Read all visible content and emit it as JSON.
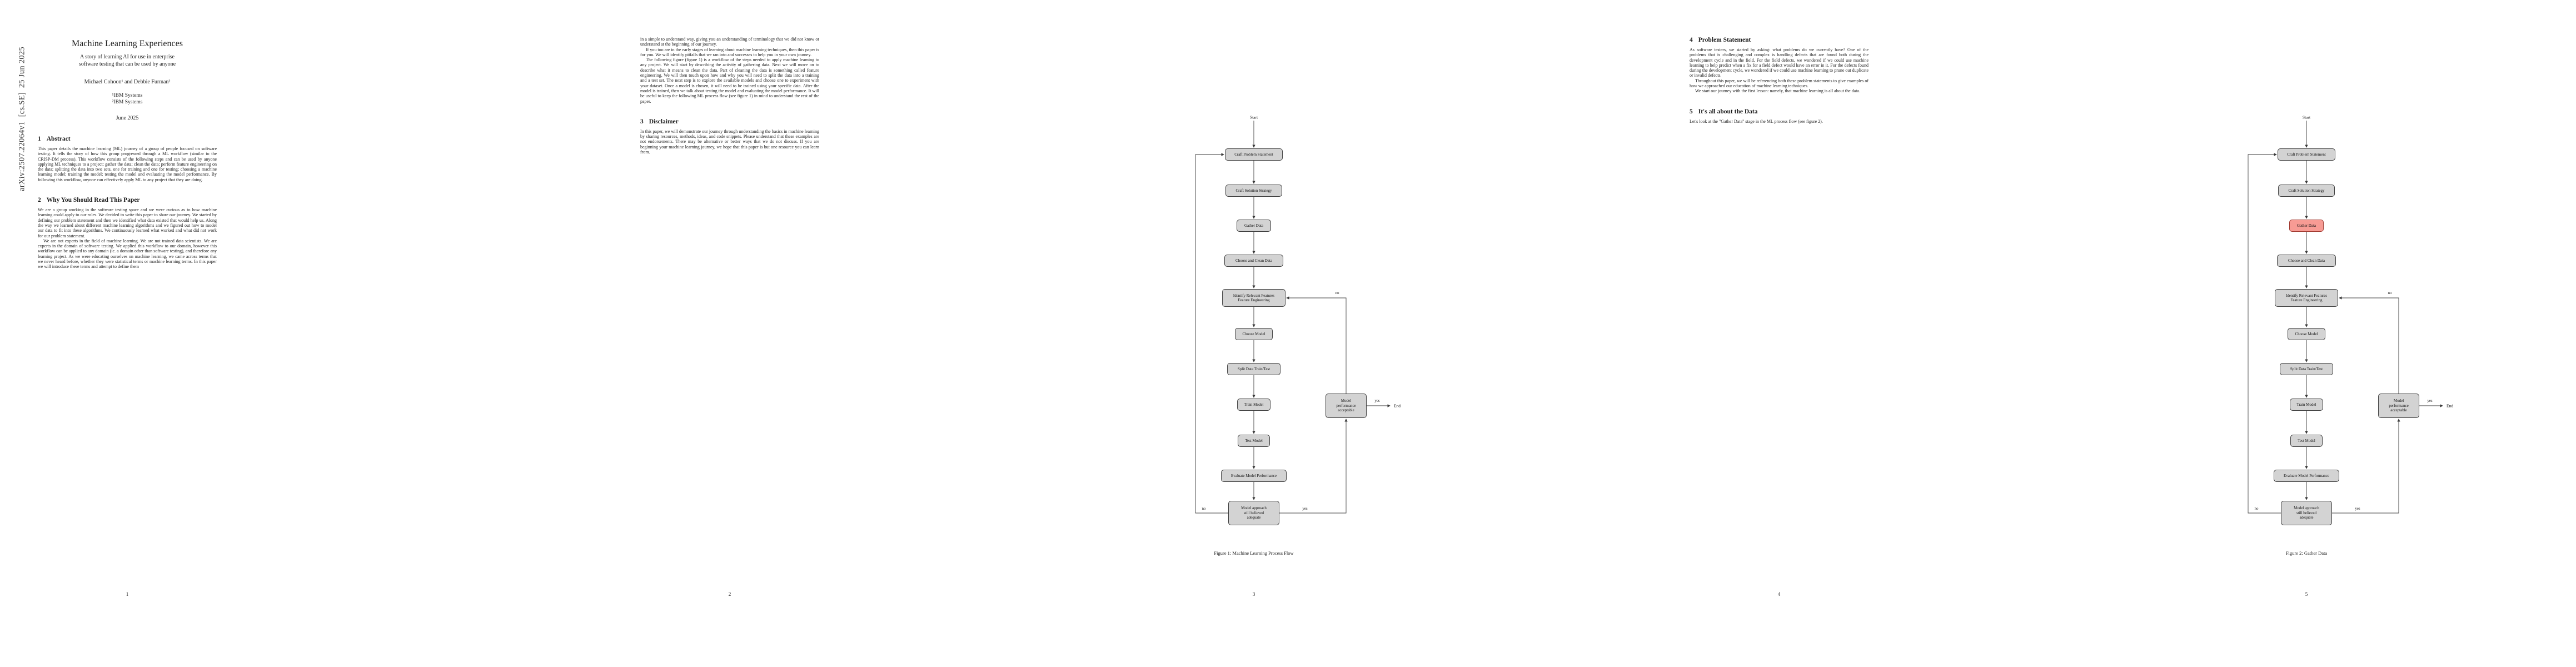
{
  "watermark": "arXiv:2507.22064v1  [cs.SE]  25 Jun 2025",
  "header": {
    "title": "Machine Learning Experiences",
    "subtitle": "A story of learning AI for use in enterprise\nsoftware testing that can be used by anyone",
    "authors": "Michael Cohoon¹ and Debbie Furman²",
    "affiliation1": "¹IBM Systems",
    "affiliation2": "²IBM Systems",
    "date": "June 2025"
  },
  "sections": {
    "abstract": {
      "number": "1",
      "title": "Abstract",
      "body": "This paper details the machine learning (ML) journey of a group of people focused on software testing. It tells the story of how this group progressed through a ML workflow (similar to the CRISP-DM process). This workflow consists of the following steps and can be used by anyone applying ML techniques to a project: gather the data; clean the data; perform feature engineering on the data; splitting the data into two sets, one for training and one for testing; choosing a machine learning model; training the model; testing the model and evaluating the model performance. By following this workflow, anyone can effectively apply ML to any project that they are doing."
    },
    "why": {
      "number": "2",
      "title": "Why You Should Read This Paper",
      "p1": "We are a group working in the software testing space and we were curious as to how machine learning could apply to our roles. We decided to write this paper to share our journey. We started by defining our problem statement and then we identified what data existed that would help us. Along the way we learned about different machine learning algorithms and we figured out how to model our data to fit into these algorithms. We continuously learned what worked and what did not work for our problem statement.",
      "p2": "We are not experts in the field of machine learning. We are not trained data scientists. We are experts in the domain of software testing. We applied this workflow to our domain, however this workflow can be applied to any domain (ie. a domain other than software testing), and therefore any learning project. As we were educating ourselves on machine learning, we came across terms that we never heard before, whether they were statistical terms or machine learning terms. In this paper we will introduce these terms and attempt to define them"
    },
    "disclaimer": {
      "number": "3",
      "title": "Disclaimer",
      "body": "In this paper, we will demonstrate our journey through understanding the basics in machine learning by sharing resources, methods, ideas, and code snippets. Please understand that these examples are not endorsements. There may be alternative or better ways that we do not discuss. If you are beginning your machine learning journey, we hope that this paper is but one resource you can learn from."
    },
    "problem": {
      "number": "4",
      "title": "Problem Statement",
      "p1": "As software testers, we started by asking: what problems do we currently have? One of the problems that is challenging and complex is handling defects that are found both during the development cycle and in the field. For the field defects, we wondered if we could use machine learning to help predict when a fix for a field defect would have an error in it. For the defects found during the development cycle, we wondered if we could use machine learning to prune out duplicate or invalid defects.",
      "p2": "Throughout this paper, we will be referencing both these problem statements to give examples of how we approached our education of machine learning techniques.",
      "p3": "We start our journey with the first lesson: namely, that machine learning is all about the data."
    },
    "data": {
      "number": "5",
      "title": "It's all about the Data",
      "p1": "Let's look at the \"Gather Data\" stage in the ML process flow (see figure 2)."
    }
  },
  "page2_continuation": {
    "p1": "in a simple to understand way, giving you an understanding of terminology that we did not know or understand at the beginning of our journey.",
    "p2": "If you too are in the early stages of learning about machine learning techniques, then this paper is for you. We will identify pitfalls that we ran into and successes to help you in your own journey.",
    "p3": "The following figure (figure 1) is a workflow of the steps needed to apply machine learning to any project. We will start by describing the activity of gathering data. Next we will move on to describe what it means to clean the data. Part of cleaning the data is something called feature engineering. We will then touch upon how and why you will need to split the data into a training and a test set. The next step is to explore the available models and choose one to experiment with your dataset. Once a model is chosen, it will need to be trained using your specific data. After the model is trained, then we talk about testing the model and evaluating the model performance. It will be useful to keep the following ML process flow (see figure 1) in mind to understand the rest of the paper."
  },
  "flowchart": {
    "nodes": {
      "start": "Start",
      "craft_problem": "Craft Problem Statement",
      "craft_solution": "Craft Solution Strategy",
      "gather": "Gather Data",
      "clean": "Choose and Clean Data",
      "features": "Identify Relevant Features\nFeature Engineering",
      "choose_model": "Choose Model",
      "split": "Split Data Train/Test",
      "train": "Train Model",
      "test": "Test Model",
      "evaluate": "Evaluate Model Performance",
      "adequate": "Model approach\nstill believed\nadequate",
      "acceptable": "Model\nperformance\nacceptable",
      "end": "End"
    },
    "labels": {
      "yes": "yes",
      "no": "no"
    }
  },
  "figures": {
    "fig1_caption": "Figure 1: Machine Learning Process Flow",
    "fig2_caption": "Figure 2: Gather Data"
  },
  "page_numbers": {
    "p1": "1",
    "p2": "2",
    "p3": "3",
    "p4": "4",
    "p5": "5"
  },
  "colors": {
    "node_fill": "#d3d3d3",
    "node_border": "#404040",
    "highlight_fill": "#f79b94",
    "highlight_border": "#a23b32"
  }
}
